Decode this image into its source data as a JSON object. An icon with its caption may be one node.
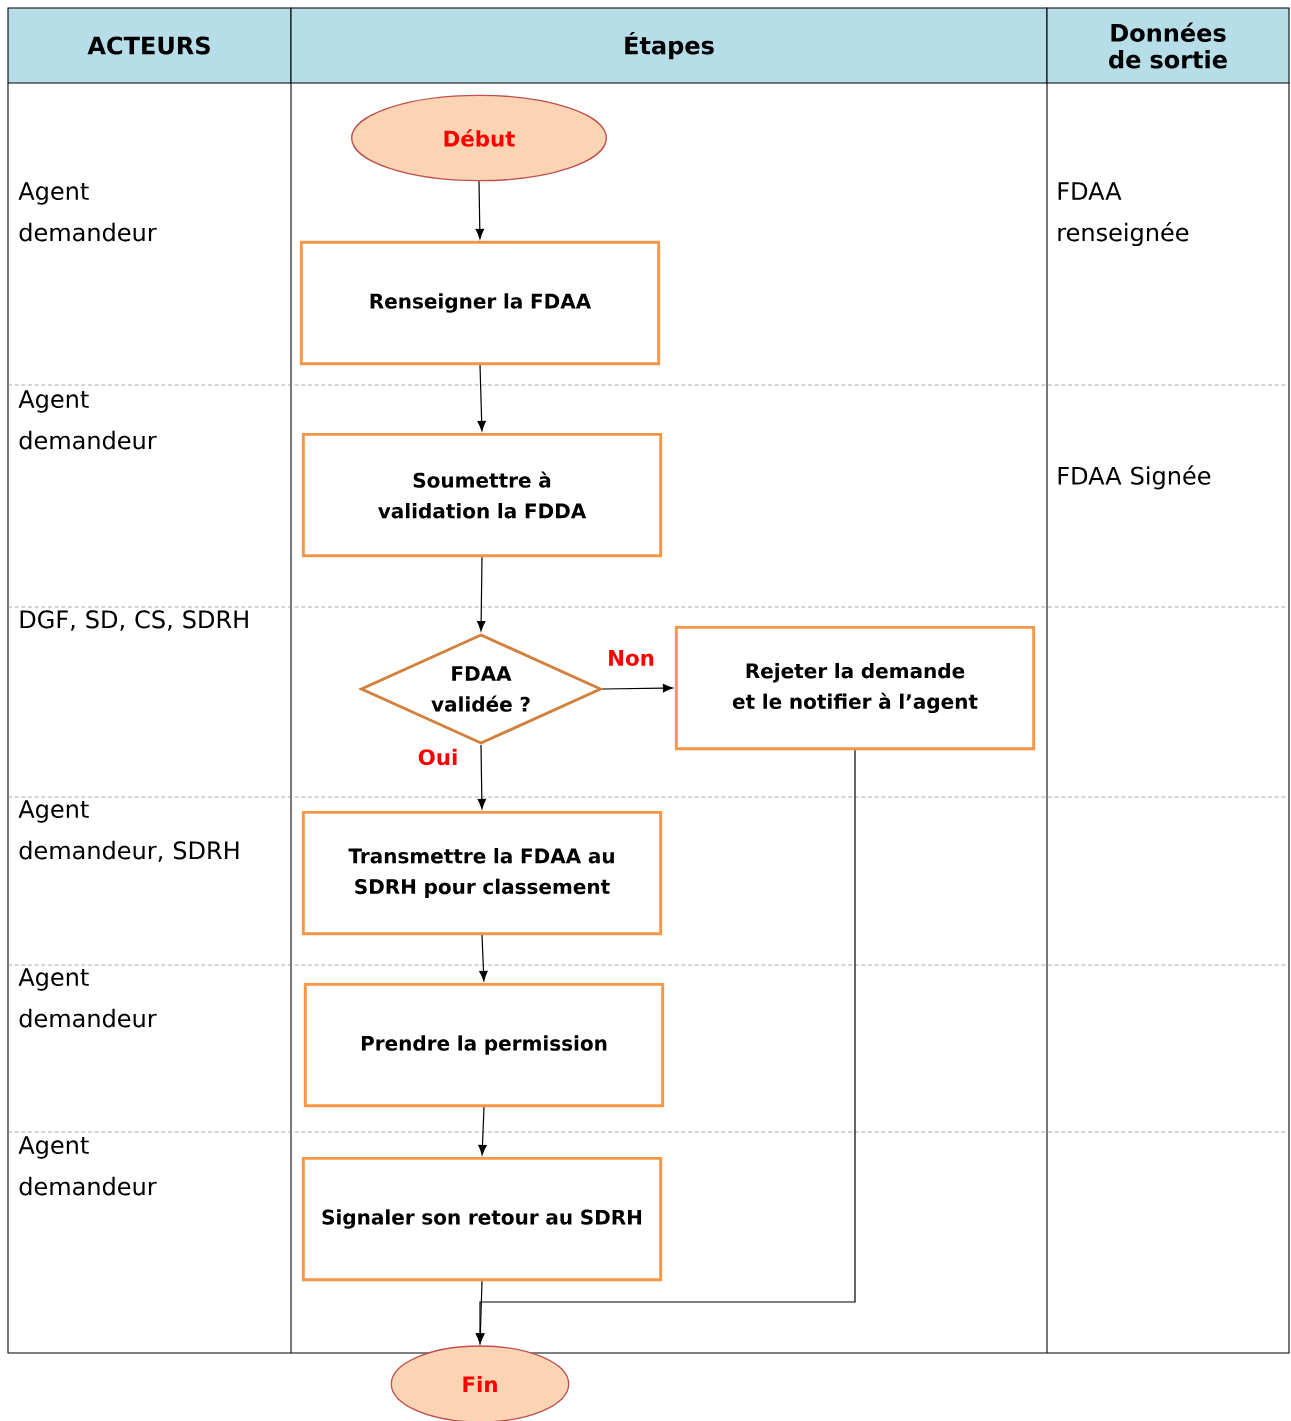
{
  "diagram": {
    "nodes": [
      {
        "text": [
          "Début"
        ]
      },
      {
        "text": [
          "Renseigner la FDAA"
        ]
      },
      {
        "text": [
          "Soumettre à validation la FDDA"
        ]
      },
      {
        "text": [
          "FDAA validée ?"
        ]
      },
      {
        "text": [
          "Rejeter la demande et le notifier à l’agent"
        ]
      },
      {
        "text": [
          "Transmettre la FDAA au SDRH pour classement"
        ]
      },
      {
        "text": [
          "Prendre la permission"
        ]
      },
      {
        "text": [
          "Signaler son retour au SDRH"
        ]
      },
      {
        "text": [
          "Fin"
        ]
      }
    ],
    "edges": [
      {
        "from": 0,
        "to": 1,
        "arrow": "to"
      },
      {
        "from": 1,
        "to": 2,
        "arrow": "to"
      },
      {
        "from": 2,
        "to": 3,
        "arrow": "to"
      },
      {
        "from": 3,
        "to": 4,
        "arrow": "to",
        "label": "Non"
      },
      {
        "from": 3,
        "to": 5,
        "arrow": "to",
        "label": "Oui"
      },
      {
        "from": 5,
        "to": 6,
        "arrow": "to"
      },
      {
        "from": 6,
        "to": 7,
        "arrow": "to"
      },
      {
        "from": 7,
        "to": 8,
        "arrow": "to"
      },
      {
        "from": 4,
        "to": 8,
        "arrow": "to"
      }
    ],
    "labels": [
      "ACTEURS",
      "Étapes",
      "Données de sortie",
      "Agent demandeur",
      "FDAA renseignée",
      "Agent demandeur",
      "FDAA Signée",
      "DGF, SD, CS, SDRH",
      "Agent demandeur, SDRH",
      "Agent demandeur",
      "Agent demandeur"
    ]
  }
}
